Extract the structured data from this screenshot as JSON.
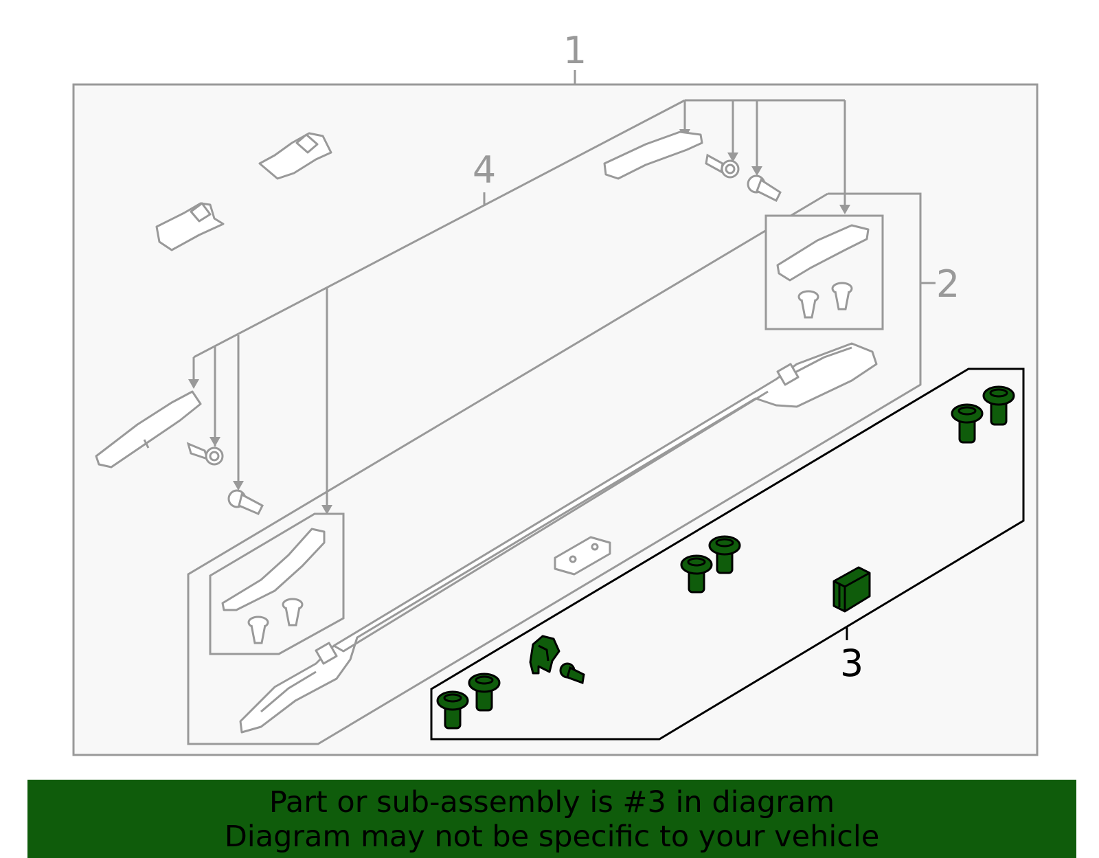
{
  "callouts": {
    "c1": "1",
    "c2": "2",
    "c3": "3",
    "c4": "4"
  },
  "banner": {
    "line1": "Part or sub-assembly is #3 in diagram",
    "line2": "Diagram may not be specific to your vehicle"
  },
  "colors": {
    "line_gray": "#999999",
    "highlight_green": "#0f5c0b",
    "background": "#f8f8f8",
    "banner_bg": "#0f5c0b",
    "highlight_outline": "#000000"
  },
  "icons": [
    "roof-rail-icon",
    "end-cap-icon",
    "clip-icon",
    "screw-icon",
    "fastener-icon",
    "spacer-icon",
    "bracket-icon"
  ]
}
